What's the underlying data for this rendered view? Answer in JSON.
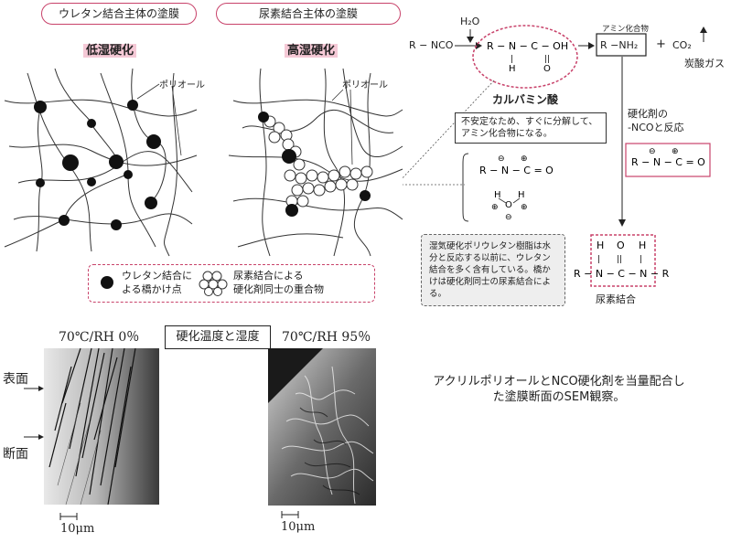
{
  "left_panel": {
    "pill_low": "ウレタン結合主体の塗膜",
    "pill_high": "尿素結合主体の塗膜",
    "title_low": "低湿硬化",
    "title_high": "高湿硬化",
    "polyol_label": "ポリオール",
    "legend": {
      "urethane_line1": "ウレタン結合に",
      "urethane_line2": "よる橋かけ点",
      "urea_line1": "尿素結合による",
      "urea_line2": "硬化剤同士の重合物"
    }
  },
  "reaction": {
    "reagent": "R − NCO",
    "water": "H₂O",
    "carbamic_acid_label": "カルバミン酸",
    "carbamic_note": "不安定なため、すぐに分解して、アミン化合物になる。",
    "amine_label": "アミン化合物",
    "amine_formula": "R −NH₂",
    "plus": "+",
    "co2": "CO₂",
    "co2_label": "炭酸ガス",
    "hardener_label_line1": "硬化剤の",
    "hardener_label_line2": "-NCOと反応",
    "urea_label": "尿素結合",
    "moisture_note": "湿気硬化ポリウレタン樹脂は水分と反応する以前に、ウレタン結合を多く含有している。橋かけは硬化剤同士の尿素結合による。"
  },
  "sem": {
    "cond_left": "70℃/RH 0％",
    "center_box": "硬化温度と湿度",
    "cond_right": "70℃/RH 95％",
    "label_surface": "表面",
    "label_section": "断面",
    "scale_left": "10μm",
    "scale_right": "10μm",
    "caption_line1": "アクリルポリオールとNCO硬化剤を当量配合し",
    "caption_line2": "た塗膜断面のSEM観察。"
  },
  "colors": {
    "accent": "#c8426a",
    "title_highlight": "#f5c9d6"
  }
}
